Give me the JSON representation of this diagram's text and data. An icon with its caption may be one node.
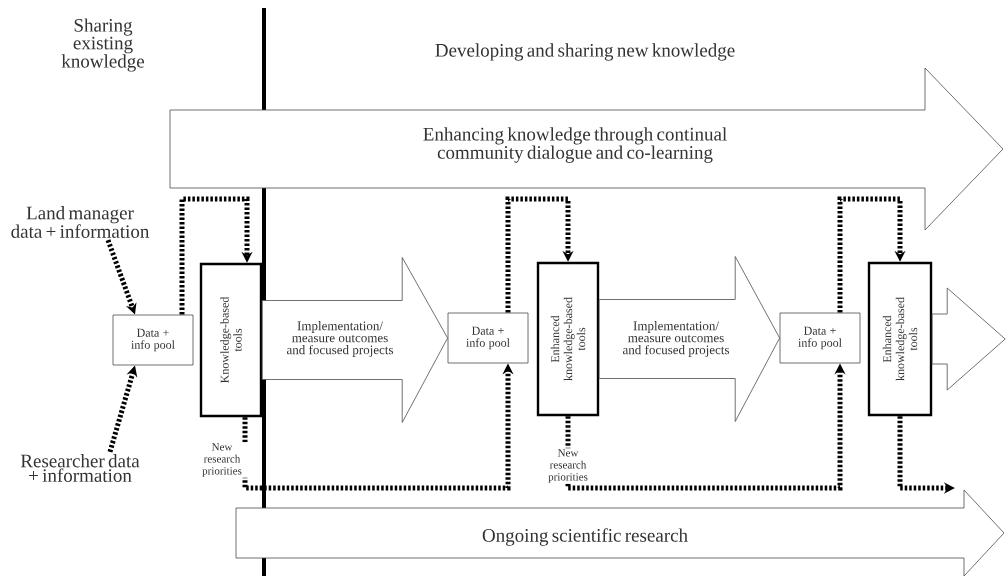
{
  "diagram": {
    "nodes": [
      {
        "text": [
          "Enhancing knowledge through continual community dialogue and co-learning"
        ]
      },
      {
        "text": [
          "Ongoing scientific research"
        ]
      },
      {
        "text": [
          "Land manager data + information"
        ]
      },
      {
        "text": [
          "Researcher data + information"
        ]
      },
      {
        "text": [
          "Data + info pool"
        ]
      },
      {
        "text": [
          "Knowledge-based tools"
        ],
        "beside": [
          "New research priorities"
        ]
      },
      {
        "text": [
          "Data + info pool"
        ]
      },
      {
        "text": [
          "Enhanced knowledge-based tools"
        ],
        "beside": [
          "New research priorities"
        ]
      },
      {
        "text": [
          "Data + info pool"
        ]
      },
      {
        "text": [
          "Enhanced knowledge-based tools"
        ]
      }
    ],
    "edges": [
      {
        "from": 2,
        "to": 4,
        "arrow": "to"
      },
      {
        "from": 3,
        "to": 4,
        "arrow": "to"
      },
      {
        "from": 4,
        "to": 5,
        "arrow": "to"
      },
      {
        "from": 5,
        "to": 6,
        "arrow": "to"
      },
      {
        "from": 6,
        "to": 7,
        "arrow": "to"
      },
      {
        "from": 7,
        "to": 8,
        "arrow": "to"
      },
      {
        "from": 8,
        "to": 9,
        "arrow": "to"
      },
      {
        "from": 9,
        "to": null,
        "arrow": "to"
      },
      {
        "from": 5,
        "to": 6,
        "arrow": "to",
        "label": "Implementation/ measure outcomes and focused projects"
      },
      {
        "from": 7,
        "to": 8,
        "arrow": "to",
        "label": "Implementation/ measure outcomes and focused projects"
      },
      {
        "from": 9,
        "to": null,
        "arrow": "to"
      }
    ],
    "labels": [
      "Sharing existing knowledge",
      "Developing and sharing new knowledge"
    ]
  }
}
